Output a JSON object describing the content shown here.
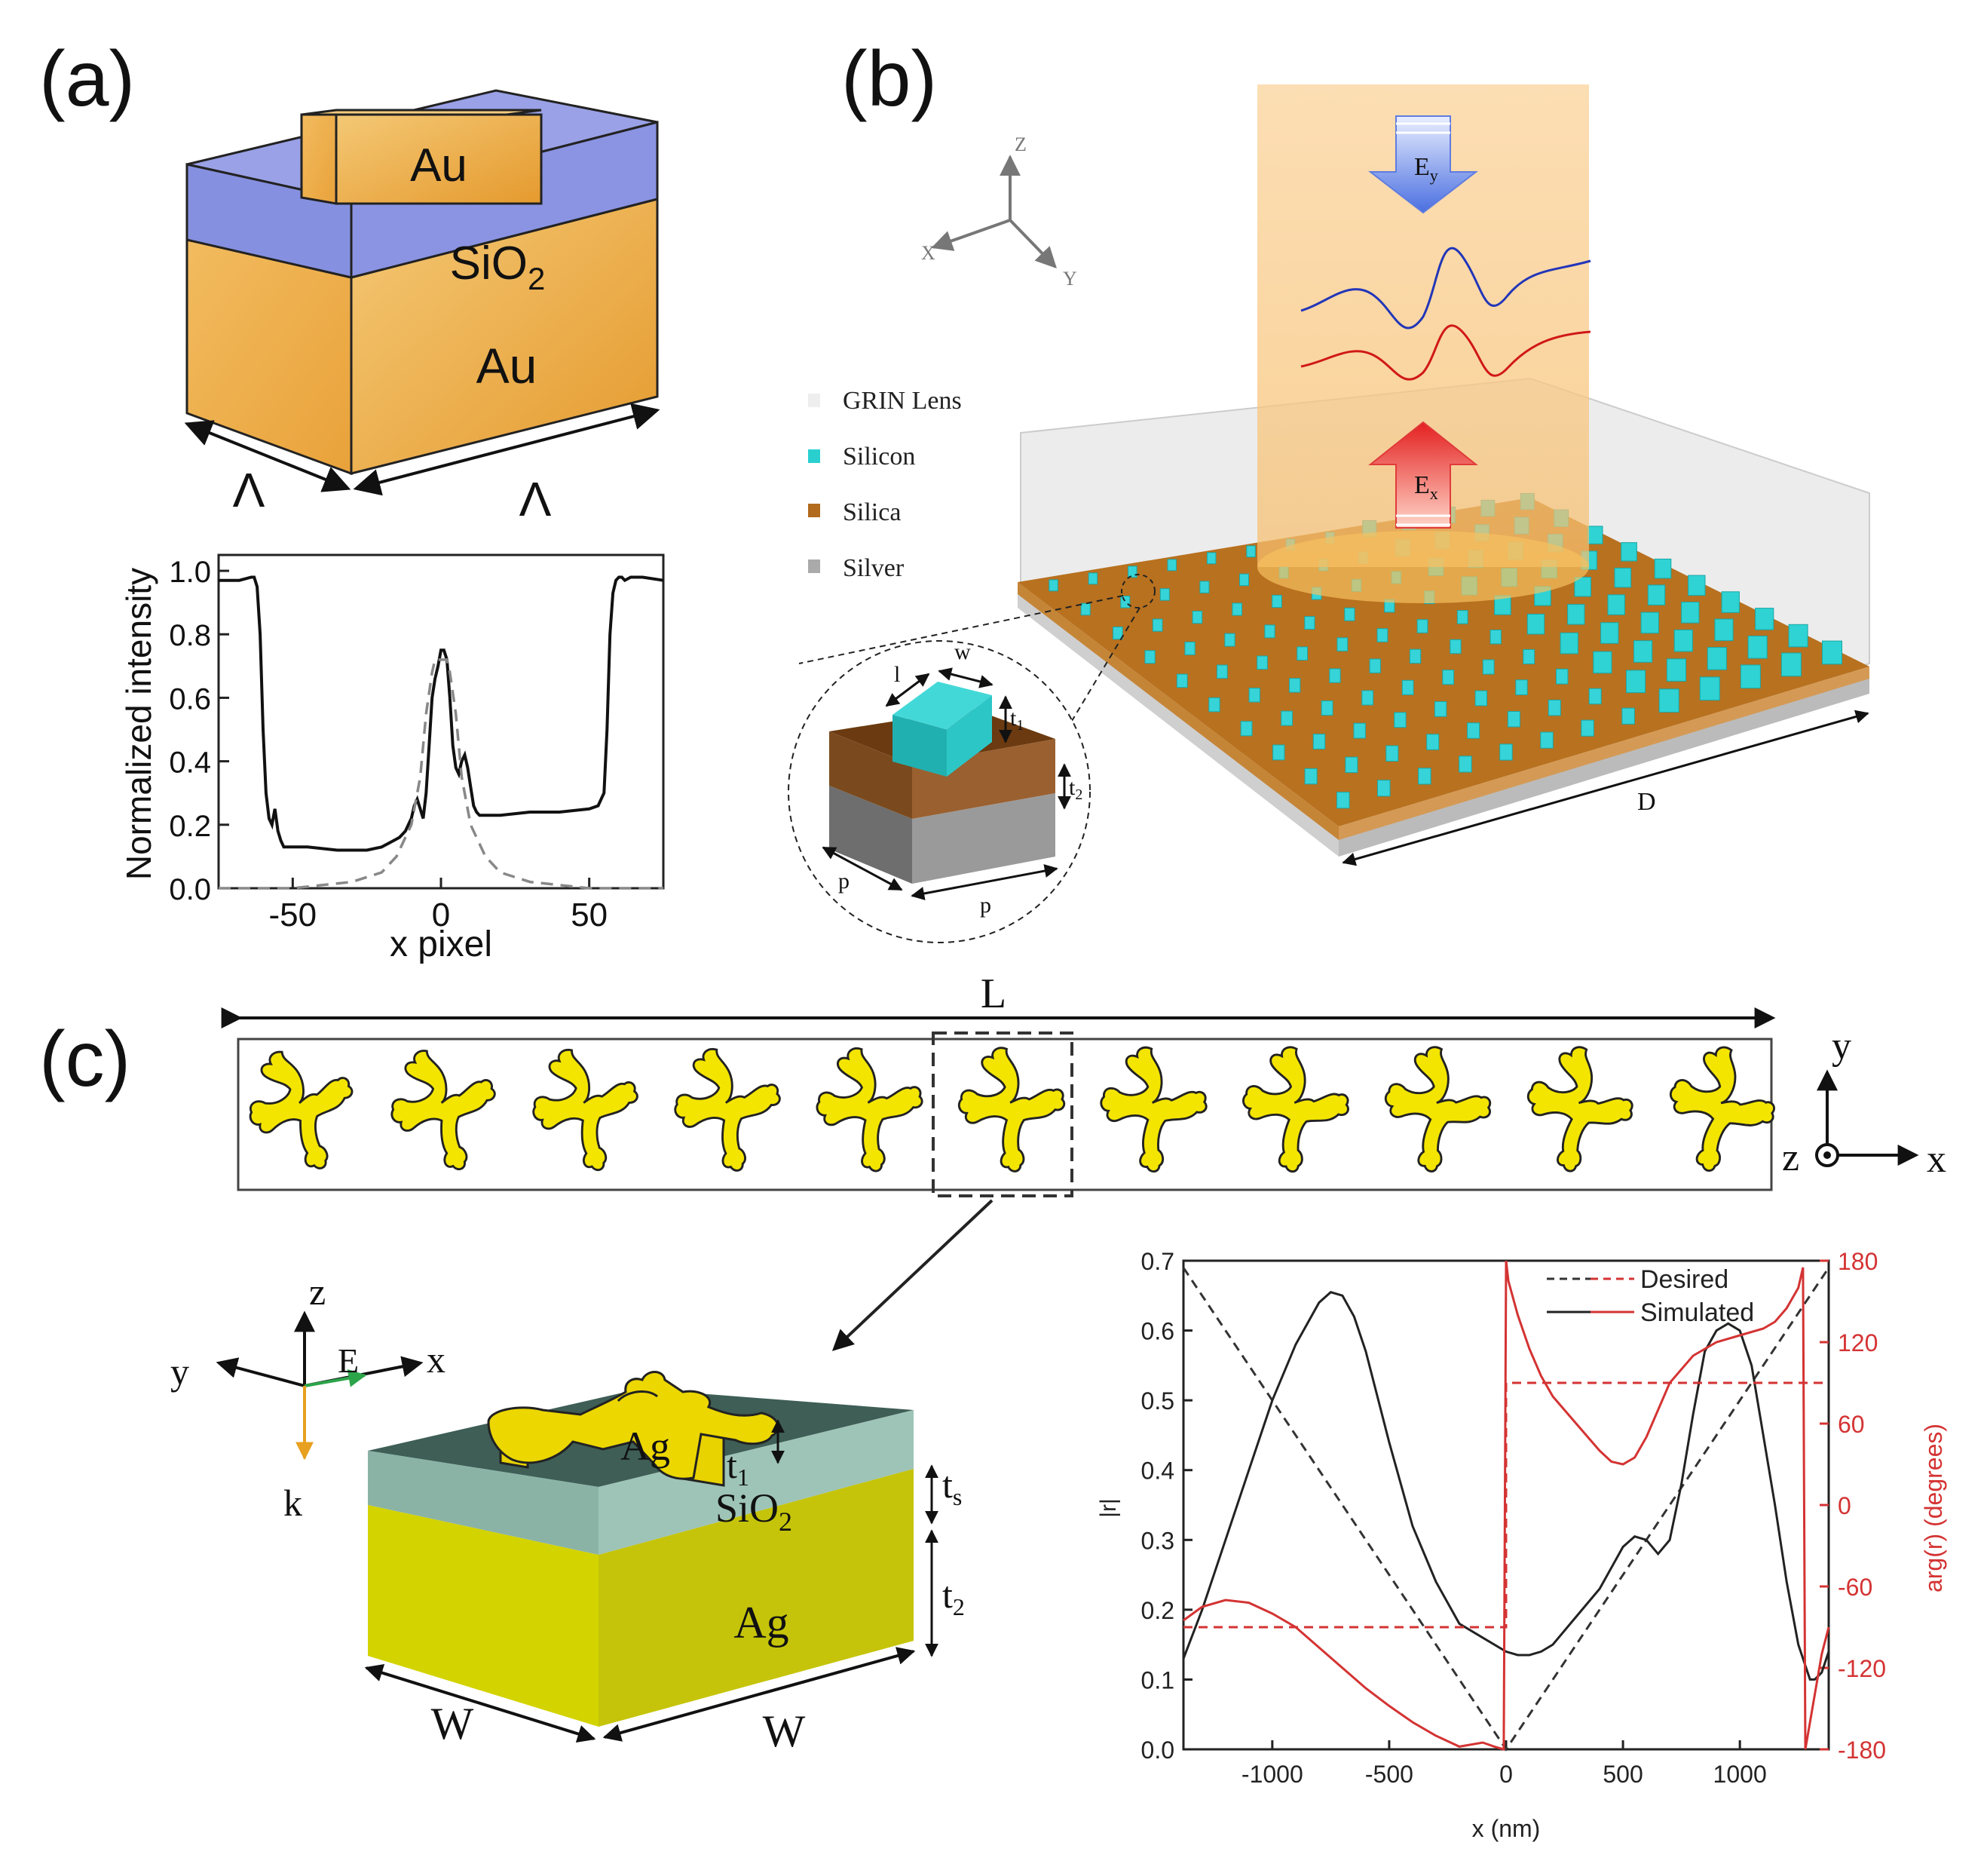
{
  "panels": {
    "a": {
      "label": "(a)",
      "layers": {
        "top": "Au",
        "middle": "SiO",
        "middle_sub": "2",
        "bottom": "Au"
      },
      "dim_labels": [
        "Λ",
        "Λ"
      ],
      "chart": {
        "ylabel": "Normalized intensity",
        "xlabel": "x pixel",
        "xticks": [
          "-50",
          "0",
          "50"
        ],
        "yticks": [
          "0.0",
          "0.2",
          "0.4",
          "0.6",
          "0.8",
          "1.0"
        ]
      }
    },
    "b": {
      "label": "(b)",
      "axes": {
        "x": "X",
        "y": "Y",
        "z": "Z"
      },
      "legend": [
        {
          "label": "GRIN Lens",
          "color": "#eeeeee"
        },
        {
          "label": "Silicon",
          "color": "#2ad0d0"
        },
        {
          "label": "Silica",
          "color": "#b26a1c"
        },
        {
          "label": "Silver",
          "color": "#aaaaaa"
        }
      ],
      "fields": {
        "ey": "E",
        "ey_sub": "y",
        "ex": "E",
        "ex_sub": "x"
      },
      "cell_labels": {
        "l": "l",
        "w": "w",
        "t1": "t",
        "t1_sub": "1",
        "t2": "t",
        "t2_sub": "2",
        "p1": "p",
        "p2": "p"
      },
      "dim_D": "D"
    },
    "c": {
      "label": "(c)",
      "dim_L": "L",
      "axes": {
        "y": "y",
        "z": "z",
        "x": "x"
      },
      "cell": {
        "axes": {
          "z": "z",
          "y": "y",
          "x": "x",
          "E": "E",
          "k": "k"
        },
        "layers": {
          "top": "Ag",
          "middle": "SiO",
          "middle_sub": "2",
          "bottom": "Ag"
        },
        "dims": {
          "t1": "t",
          "t1_sub": "1",
          "ts": "t",
          "ts_sub": "s",
          "t2": "t",
          "t2_sub": "2",
          "w1": "W",
          "w2": "W"
        }
      },
      "chart": {
        "ylabel_left": "|r|",
        "ylabel_right": "arg(r) (degrees)",
        "xlabel": "x (nm)",
        "xticks": [
          "-1000",
          "-500",
          "0",
          "500",
          "1000"
        ],
        "yticks_left": [
          "0.0",
          "0.1",
          "0.2",
          "0.3",
          "0.4",
          "0.5",
          "0.6",
          "0.7"
        ],
        "yticks_right": [
          "-180",
          "-120",
          "-60",
          "0",
          "60",
          "120",
          "180"
        ],
        "legend": [
          {
            "label": "Desired",
            "style": "dashed"
          },
          {
            "label": "Simulated",
            "style": "solid"
          }
        ]
      }
    }
  },
  "chart_data": [
    {
      "type": "line",
      "xlabel": "x pixel",
      "ylabel": "Normalized intensity",
      "xlim": [
        -75,
        75
      ],
      "ylim": [
        0,
        1.05
      ],
      "series": [
        {
          "style": "solid",
          "color": "#111111",
          "x": [
            -75,
            -68,
            -64,
            -63,
            -62,
            -61,
            -60,
            -59,
            -58,
            -57,
            -56,
            -55,
            -54,
            -53,
            -52,
            -45,
            -35,
            -25,
            -20,
            -18,
            -16,
            -14,
            -12,
            -10,
            -9,
            -8,
            -7,
            -6,
            -5,
            -4,
            -3,
            -2,
            -1,
            0,
            1,
            2,
            3,
            4,
            5,
            6,
            7,
            8,
            9,
            10,
            11,
            12,
            13,
            14,
            15,
            20,
            30,
            40,
            50,
            53,
            54,
            55,
            56,
            57,
            58,
            59,
            60,
            61,
            62,
            64,
            68,
            75
          ],
          "y": [
            0.97,
            0.97,
            0.98,
            0.98,
            0.95,
            0.8,
            0.5,
            0.3,
            0.22,
            0.2,
            0.25,
            0.18,
            0.15,
            0.13,
            0.13,
            0.13,
            0.12,
            0.12,
            0.13,
            0.14,
            0.15,
            0.16,
            0.18,
            0.22,
            0.26,
            0.28,
            0.25,
            0.22,
            0.3,
            0.45,
            0.6,
            0.66,
            0.7,
            0.75,
            0.75,
            0.72,
            0.6,
            0.45,
            0.38,
            0.36,
            0.4,
            0.42,
            0.38,
            0.32,
            0.26,
            0.24,
            0.23,
            0.23,
            0.23,
            0.23,
            0.24,
            0.24,
            0.25,
            0.26,
            0.28,
            0.3,
            0.5,
            0.8,
            0.93,
            0.97,
            0.98,
            0.98,
            0.97,
            0.98,
            0.98,
            0.97
          ]
        },
        {
          "style": "dashed",
          "color": "#888888",
          "x": [
            -75,
            -50,
            -40,
            -30,
            -20,
            -15,
            -10,
            -7,
            -5,
            -3,
            -2,
            0,
            2,
            3,
            5,
            7,
            10,
            15,
            20,
            30,
            40,
            50,
            75
          ],
          "y": [
            0.0,
            0.0,
            0.01,
            0.02,
            0.05,
            0.1,
            0.2,
            0.35,
            0.55,
            0.68,
            0.72,
            0.72,
            0.72,
            0.68,
            0.55,
            0.35,
            0.2,
            0.1,
            0.05,
            0.02,
            0.01,
            0.0,
            0.0
          ]
        }
      ]
    },
    {
      "type": "line",
      "xlabel": "x (nm)",
      "ylabel": "|r|",
      "ylabel_right": "arg(r) (degrees)",
      "xlim": [
        -1380,
        1380
      ],
      "ylim": [
        0,
        0.7
      ],
      "ylim_right": [
        -180,
        180
      ],
      "series": [
        {
          "name": "Desired",
          "axis": "left",
          "style": "dashed",
          "color": "#333333",
          "x": [
            -1380,
            0,
            1380
          ],
          "y": [
            0.69,
            0.0,
            0.69
          ]
        },
        {
          "name": "Simulated",
          "axis": "left",
          "style": "solid",
          "color": "#222222",
          "x": [
            -1380,
            -1300,
            -1200,
            -1100,
            -1000,
            -900,
            -800,
            -750,
            -700,
            -650,
            -600,
            -500,
            -400,
            -300,
            -200,
            -100,
            0,
            50,
            100,
            150,
            200,
            300,
            400,
            450,
            500,
            550,
            600,
            650,
            700,
            750,
            800,
            850,
            900,
            950,
            1000,
            1050,
            1100,
            1150,
            1200,
            1250,
            1280,
            1300,
            1320,
            1350,
            1380
          ],
          "y": [
            0.13,
            0.2,
            0.3,
            0.4,
            0.5,
            0.58,
            0.64,
            0.655,
            0.65,
            0.62,
            0.57,
            0.44,
            0.32,
            0.24,
            0.18,
            0.16,
            0.14,
            0.135,
            0.135,
            0.14,
            0.15,
            0.19,
            0.23,
            0.26,
            0.29,
            0.305,
            0.3,
            0.28,
            0.3,
            0.38,
            0.48,
            0.57,
            0.6,
            0.61,
            0.6,
            0.55,
            0.45,
            0.35,
            0.24,
            0.15,
            0.12,
            0.1,
            0.1,
            0.11,
            0.14
          ]
        },
        {
          "name": "Desired",
          "axis": "right",
          "style": "dashed",
          "color": "#d43333",
          "x": [
            -1380,
            0,
            0,
            1380
          ],
          "y": [
            -90,
            -90,
            90,
            90
          ]
        },
        {
          "name": "Simulated",
          "axis": "right",
          "style": "solid",
          "color": "#d43333",
          "x": [
            -1380,
            -1300,
            -1200,
            -1100,
            -1000,
            -900,
            -800,
            -700,
            -600,
            -500,
            -400,
            -300,
            -200,
            -100,
            -50,
            -10,
            0,
            10,
            50,
            100,
            150,
            200,
            300,
            400,
            450,
            500,
            550,
            600,
            700,
            800,
            900,
            1000,
            1100,
            1150,
            1200,
            1250,
            1270,
            1280,
            1290,
            1300,
            1320,
            1350,
            1380
          ],
          "y": [
            -85,
            -75,
            -70,
            -72,
            -80,
            -90,
            -105,
            -120,
            -135,
            -148,
            -160,
            -170,
            -178,
            -175,
            -178,
            -180,
            180,
            165,
            140,
            115,
            95,
            80,
            60,
            40,
            32,
            30,
            35,
            50,
            90,
            110,
            120,
            125,
            130,
            135,
            145,
            160,
            175,
            -180,
            -170,
            -160,
            -140,
            -110,
            -90
          ]
        }
      ]
    }
  ]
}
